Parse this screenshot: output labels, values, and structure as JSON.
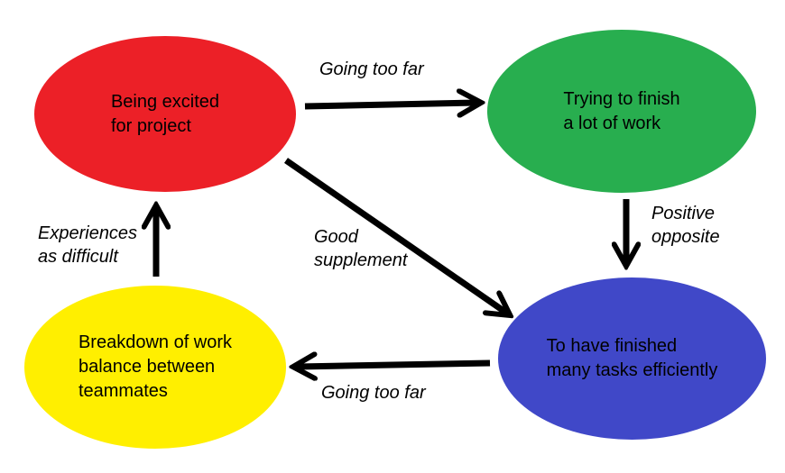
{
  "diagram": {
    "background_color": "#ffffff",
    "arrow_color": "#000000",
    "text_color": "#000000",
    "nodes": [
      {
        "id": "being-excited",
        "label": "Being excited\nfor project",
        "color": "#EC2027"
      },
      {
        "id": "trying-finish",
        "label": "Trying to finish\na lot of work",
        "color": "#28AE4F"
      },
      {
        "id": "finished-tasks",
        "label": "To have finished\nmany tasks efficiently",
        "color": "#4048C8"
      },
      {
        "id": "work-breakdown",
        "label": "Breakdown of work\nbalance between\nteammates",
        "color": "#FFEF00"
      }
    ],
    "edges": [
      {
        "from": "being-excited",
        "to": "trying-finish",
        "label": "Going too far"
      },
      {
        "from": "trying-finish",
        "to": "finished-tasks",
        "label": "Positive\nopposite"
      },
      {
        "from": "being-excited",
        "to": "finished-tasks",
        "label": "Good\nsupplement"
      },
      {
        "from": "finished-tasks",
        "to": "work-breakdown",
        "label": "Going too far"
      },
      {
        "from": "work-breakdown",
        "to": "being-excited",
        "label": "Experiences\nas difficult"
      }
    ]
  }
}
